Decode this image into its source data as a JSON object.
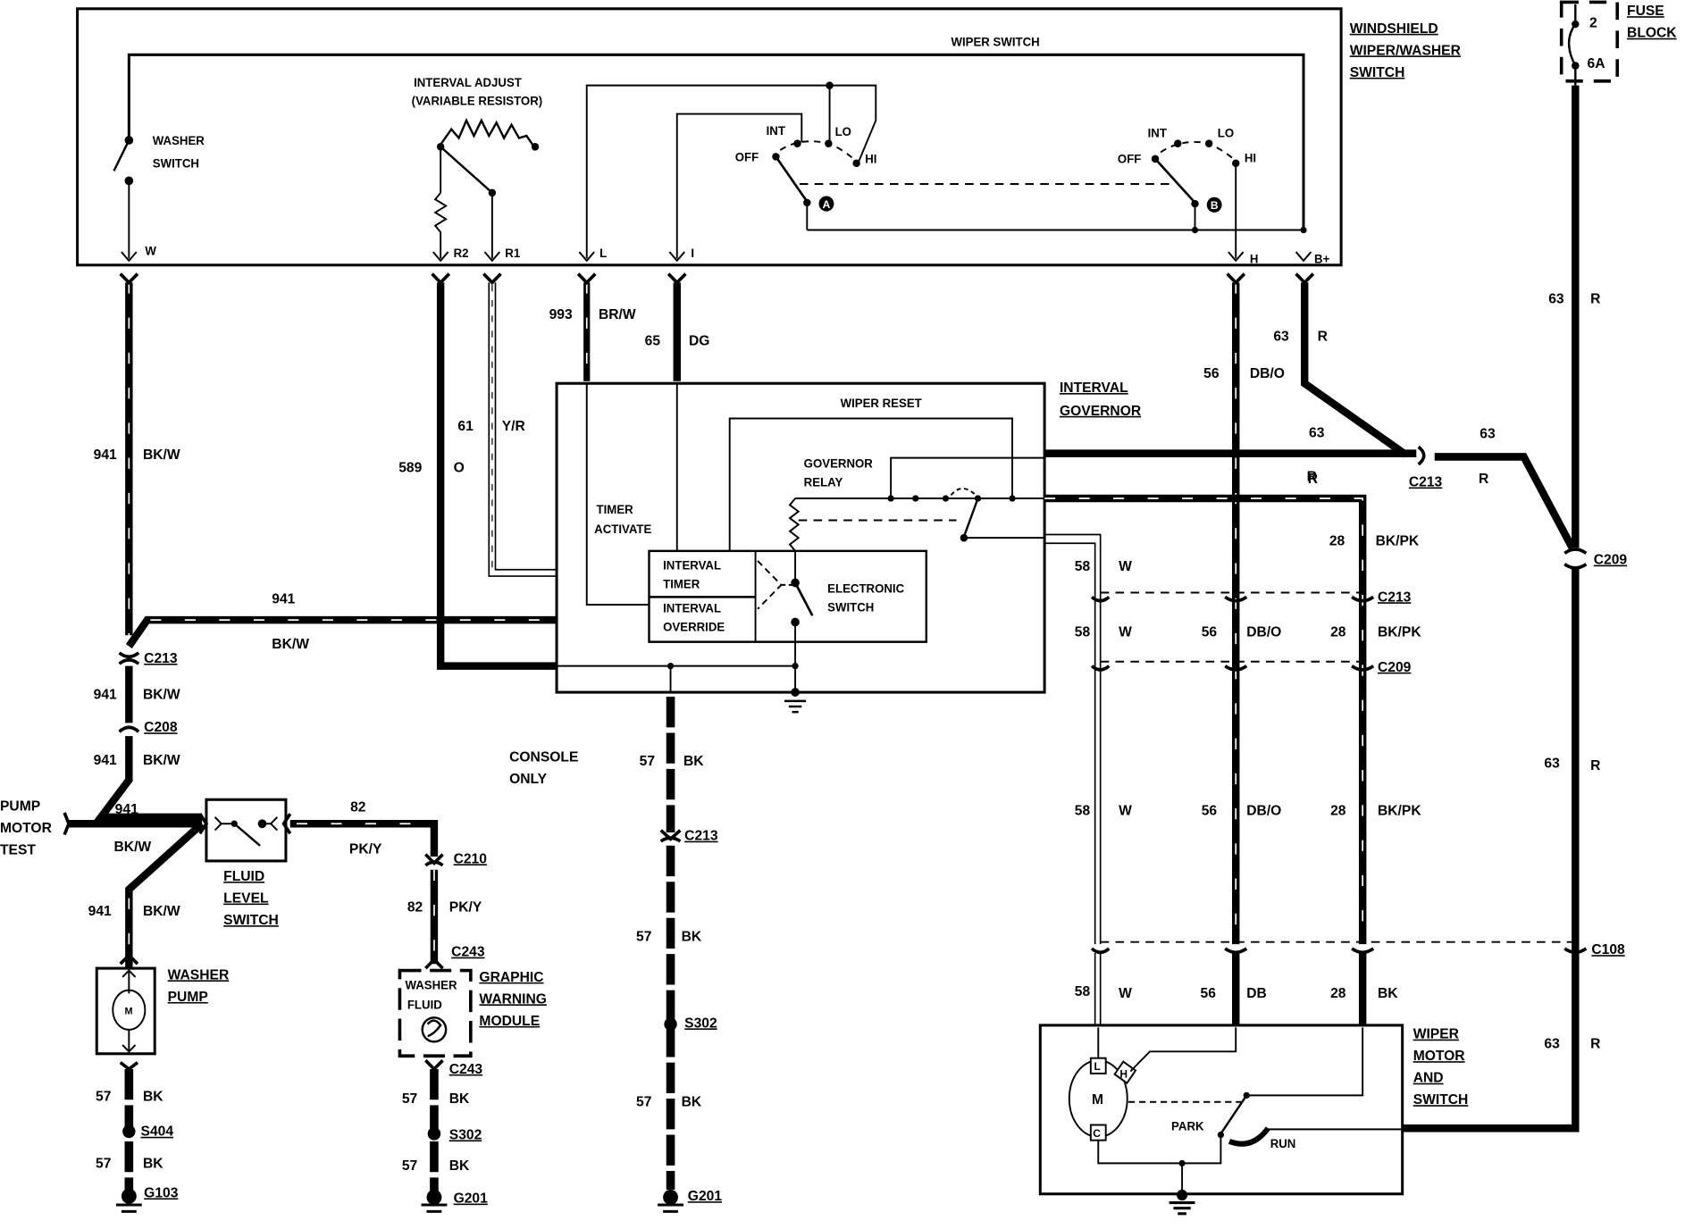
{
  "title": "Windshield Wiper/Washer Wiring Diagram",
  "components": {
    "windshield_switch": {
      "label": [
        "WINDSHIELD",
        "WIPER/WASHER",
        "SWITCH"
      ]
    },
    "wiper_switch": {
      "label": "WIPER SWITCH"
    },
    "washer_switch": {
      "label": [
        "WASHER",
        "SWITCH"
      ]
    },
    "interval_adjust": {
      "label": [
        "INTERVAL ADJUST",
        "(VARIABLE RESISTOR)"
      ]
    },
    "switch_positions_a": {
      "int": "INT",
      "lo": "LO",
      "hi": "HI",
      "off": "OFF",
      "node": "A"
    },
    "switch_positions_b": {
      "int": "INT",
      "lo": "LO",
      "hi": "HI",
      "off": "OFF",
      "node": "B"
    },
    "switch_pins": {
      "w": "W",
      "r2": "R2",
      "r1": "R1",
      "l": "L",
      "i": "I",
      "h": "H",
      "bplus": "B+"
    },
    "fuse_block": {
      "label": [
        "FUSE",
        "BLOCK"
      ],
      "circuit": "2",
      "rating": "6A"
    },
    "interval_governor": {
      "label": [
        "INTERVAL",
        "GOVERNOR"
      ],
      "wiper_reset": "WIPER RESET",
      "governor_relay": [
        "GOVERNOR",
        "RELAY"
      ],
      "timer_activate": [
        "TIMER",
        "ACTIVATE"
      ],
      "interval_timer": [
        "INTERVAL",
        "TIMER"
      ],
      "interval_override": [
        "INTERVAL",
        "OVERRIDE"
      ],
      "electronic_switch": [
        "ELECTRONIC",
        "SWITCH"
      ]
    },
    "pump_motor_test": {
      "label": [
        "PUMP",
        "MOTOR",
        "TEST"
      ]
    },
    "fluid_level_switch": {
      "label": [
        "FLUID",
        "LEVEL",
        "SWITCH"
      ]
    },
    "washer_pump": {
      "label": [
        "WASHER",
        "PUMP"
      ],
      "symbol": "M"
    },
    "graphic_warning_module": {
      "label": [
        "GRAPHIC",
        "WARNING",
        "MODULE"
      ],
      "inner": [
        "WASHER",
        "FLUID"
      ]
    },
    "console_only": {
      "label": [
        "CONSOLE",
        "ONLY"
      ]
    },
    "wiper_motor": {
      "label": [
        "WIPER",
        "MOTOR",
        "AND",
        "SWITCH"
      ],
      "symbol": "M",
      "terminal_l": "L",
      "terminal_h": "H",
      "terminal_c": "C",
      "park": "PARK",
      "run": "RUN"
    }
  },
  "wires": {
    "w941a": {
      "circuit": "941",
      "color": "BK/W"
    },
    "w589": {
      "circuit": "589",
      "color": "O"
    },
    "w61": {
      "circuit": "61",
      "color": "Y/R"
    },
    "w993": {
      "circuit": "993",
      "color": "BR/W"
    },
    "w65": {
      "circuit": "65",
      "color": "DG"
    },
    "w56a": {
      "circuit": "56",
      "color": "DB/O"
    },
    "w63a": {
      "circuit": "63",
      "color": "R"
    },
    "w63b": {
      "circuit": "63",
      "color": "R"
    },
    "w63c": {
      "circuit": "63",
      "color": "R"
    },
    "w63top": {
      "circuit": "63",
      "color": "R"
    },
    "w941h": {
      "circuit": "941",
      "color": "BK/W"
    },
    "w941b": {
      "circuit": "941",
      "color": "BK/W"
    },
    "w941c": {
      "circuit": "941",
      "color": "BK/W"
    },
    "w941d": {
      "circuit": "941",
      "color": "BK/W"
    },
    "w941e": {
      "circuit": "941",
      "color": "BK/W"
    },
    "w82a": {
      "circuit": "82",
      "color": "PK/Y"
    },
    "w82b": {
      "circuit": "82",
      "color": "PK/Y"
    },
    "w57a": {
      "circuit": "57",
      "color": "BK"
    },
    "w57b": {
      "circuit": "57",
      "color": "BK"
    },
    "w57c": {
      "circuit": "57",
      "color": "BK"
    },
    "w57d": {
      "circuit": "57",
      "color": "BK"
    },
    "w57e": {
      "circuit": "57",
      "color": "BK"
    },
    "w57f": {
      "circuit": "57",
      "color": "BK"
    },
    "w57g": {
      "circuit": "57",
      "color": "BK"
    },
    "w58a": {
      "circuit": "58",
      "color": "W"
    },
    "w58b": {
      "circuit": "58",
      "color": "W"
    },
    "w58c": {
      "circuit": "58",
      "color": "W"
    },
    "w58d": {
      "circuit": "58",
      "color": "W"
    },
    "w56b": {
      "circuit": "56",
      "color": "DB/O"
    },
    "w56c": {
      "circuit": "56",
      "color": "DB/O"
    },
    "w56d": {
      "circuit": "56",
      "color": "DB"
    },
    "w28a": {
      "circuit": "28",
      "color": "BK/PK"
    },
    "w28b": {
      "circuit": "28",
      "color": "BK/PK"
    },
    "w28c": {
      "circuit": "28",
      "color": "BK/PK"
    },
    "w28d": {
      "circuit": "28",
      "color": "BK"
    },
    "w63d": {
      "circuit": "63",
      "color": "R"
    },
    "w63e": {
      "circuit": "63",
      "color": "R"
    }
  },
  "connectors": {
    "c213_left": "C213",
    "c208": "C208",
    "c210": "C210",
    "c243a": "C243",
    "c243b": "C243",
    "c213_mid": "C213",
    "c213_right": "C213",
    "c213_r2": "C213",
    "c209_right": "C209",
    "c209_r2": "C209",
    "c108": "C108",
    "s404": "S404",
    "s302a": "S302",
    "s302b": "S302",
    "g103": "G103",
    "g201a": "G201",
    "g201b": "G201"
  }
}
